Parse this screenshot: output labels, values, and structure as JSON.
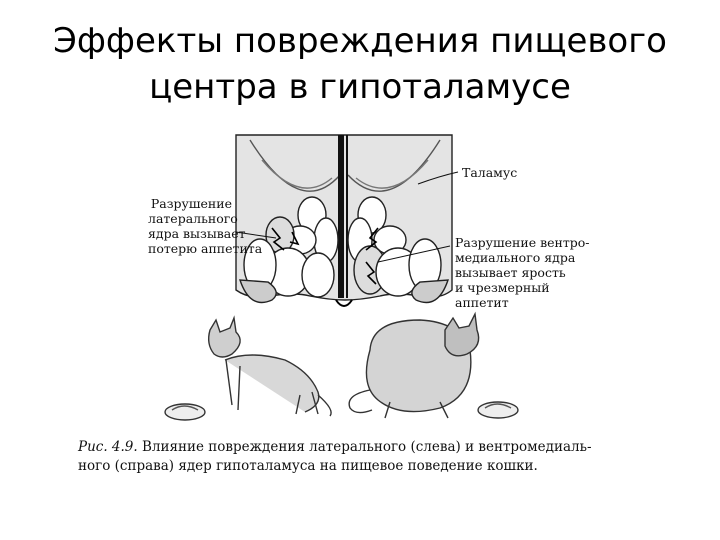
{
  "slide": {
    "title_line1": "Эффекты повреждения пищевого",
    "title_line2": "центра в гипоталамусе"
  },
  "figure": {
    "label_thalamus": "Таламус",
    "label_left": [
      "Разрушение",
      "латерального",
      "ядра вызывает",
      "потерю аппетита"
    ],
    "label_right": [
      "Разрушение вентро-",
      "медиального ядра",
      "вызывает ярость",
      "и чрезмерный",
      "аппетит"
    ],
    "caption_ref": "Рис. 4.9.",
    "caption_line1": "Влияние повреждения латерального (слева) и вентромедиаль-",
    "caption_line2": "ного (справа) ядер гипоталамуса на пищевое поведение кошки."
  }
}
